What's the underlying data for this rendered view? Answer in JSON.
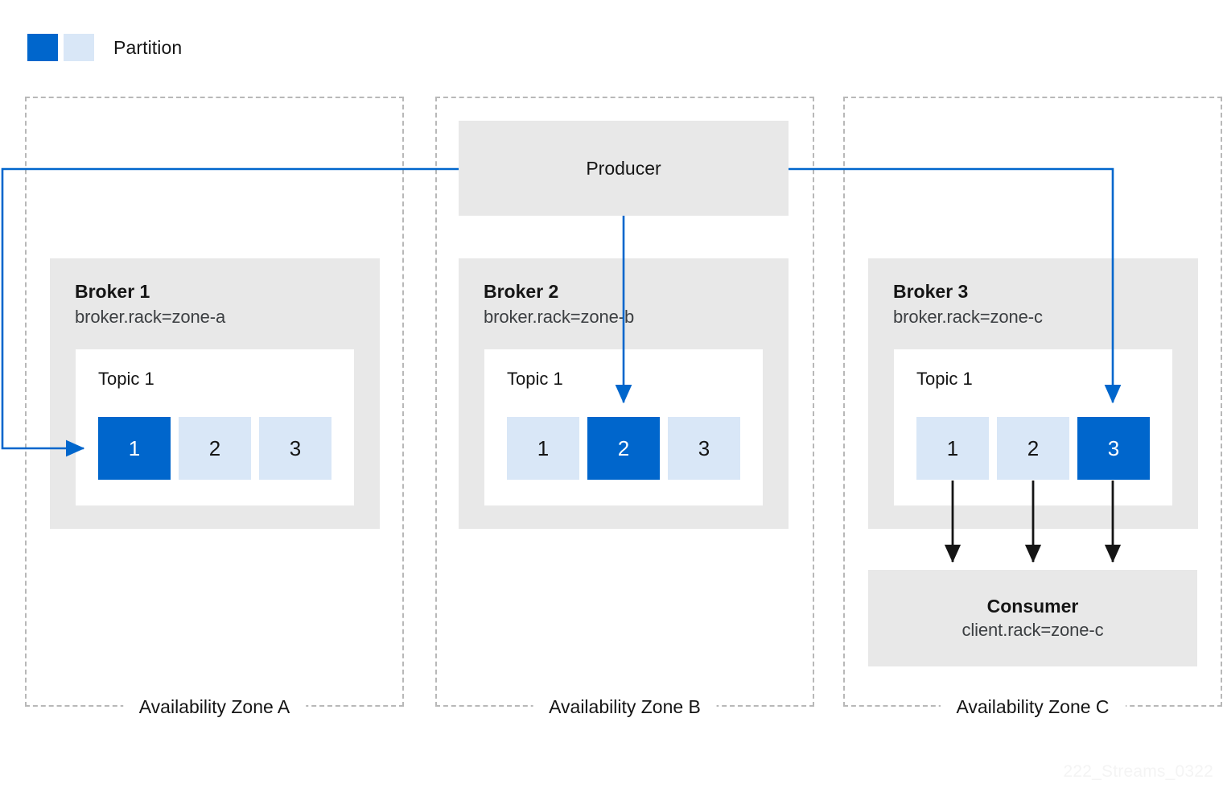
{
  "legend": {
    "label": "Partition",
    "swatch_active_color": "#0066cc",
    "swatch_inactive_color": "#d9e7f7"
  },
  "colors": {
    "accent_blue": "#0066cc",
    "partition_light": "#d9e7f7",
    "panel_gray": "#e8e8e8",
    "zone_border": "#b8b8b8",
    "arrow_black": "#151515",
    "text": "#151515"
  },
  "producer": {
    "label": "Producer"
  },
  "consumer": {
    "title": "Consumer",
    "rack": "client.rack=zone-c"
  },
  "zones": [
    {
      "label": "Availability Zone A"
    },
    {
      "label": "Availability Zone B"
    },
    {
      "label": "Availability Zone C"
    }
  ],
  "brokers": [
    {
      "title": "Broker 1",
      "rack": "broker.rack=zone-a",
      "topic": "Topic 1",
      "partitions": [
        {
          "label": "1",
          "active": true
        },
        {
          "label": "2",
          "active": false
        },
        {
          "label": "3",
          "active": false
        }
      ]
    },
    {
      "title": "Broker 2",
      "rack": "broker.rack=zone-b",
      "topic": "Topic 1",
      "partitions": [
        {
          "label": "1",
          "active": false
        },
        {
          "label": "2",
          "active": true
        },
        {
          "label": "3",
          "active": false
        }
      ]
    },
    {
      "title": "Broker 3",
      "rack": "broker.rack=zone-c",
      "topic": "Topic 1",
      "partitions": [
        {
          "label": "1",
          "active": false
        },
        {
          "label": "2",
          "active": false
        },
        {
          "label": "3",
          "active": true
        }
      ]
    }
  ],
  "watermark": "222_Streams_0322"
}
